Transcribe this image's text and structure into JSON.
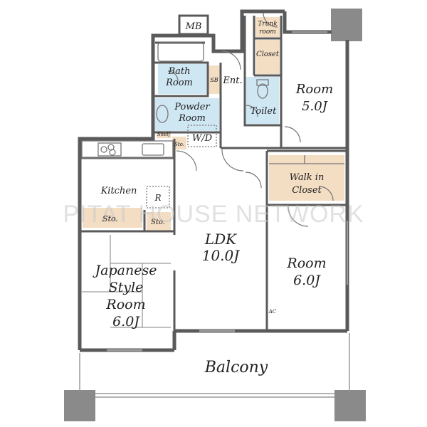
{
  "colors": {
    "wall": "#5a5a5a",
    "pillar": "#8a8a8a",
    "wet": "#cfe6f3",
    "storage": "#f3ddc3",
    "line": "#777777",
    "window": "#9a9a9a",
    "watermark": "#c9c9c9"
  },
  "rooms": {
    "mb": "MB",
    "trunk_room_1": "Trunk",
    "trunk_room_2": "room",
    "closet": "Closet",
    "bath_1": "Bath",
    "bath_2": "Room",
    "sb": "SB",
    "ent": "Ent.",
    "toilet": "Toilet",
    "room_north_1": "Room",
    "room_north_2": "5.0J",
    "powder_1": "Powder",
    "powder_2": "Room",
    "wd": "W/D",
    "shelf": "Shelf",
    "sto_small": "Sto.",
    "kitchen": "Kitchen",
    "r_mark": "R",
    "walk_in_1": "Walk in",
    "walk_in_2": "Closet",
    "sto_left": "Sto.",
    "sto_mid": "Sto.",
    "ldk_1": "LDK",
    "ldk_2": "10.0J",
    "room_east_1": "Room",
    "room_east_2": "6.0J",
    "japanese_1": "Japanese",
    "japanese_2": "Style",
    "japanese_3": "Room",
    "japanese_4": "6.0J",
    "ac": "AC",
    "balcony": "Balcony"
  },
  "watermark": "PITAT HOUSE NETWORK"
}
